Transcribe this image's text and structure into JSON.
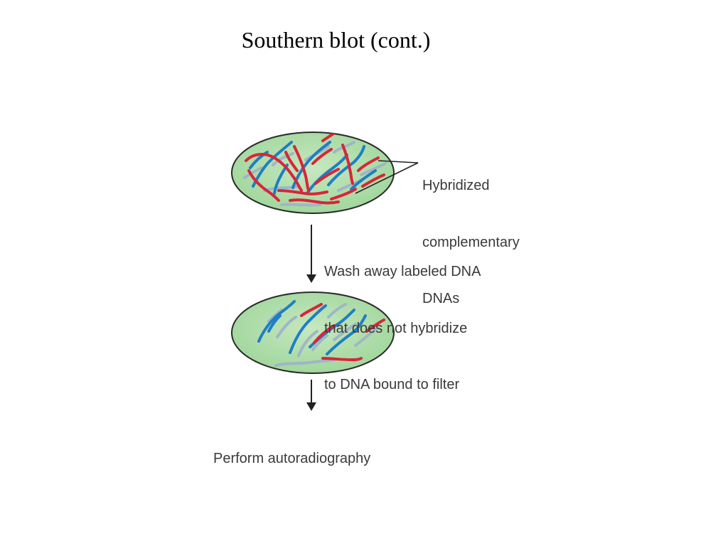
{
  "slide": {
    "title": "Southern blot (cont.)"
  },
  "diagram": {
    "hybridized_label": [
      "Hybridized",
      "complementary",
      "DNAs"
    ],
    "wash_step": [
      "Wash away labeled DNA",
      "that does not hybridize",
      "to DNA bound to filter"
    ],
    "final_step": "Perform autoradiography"
  },
  "colors": {
    "filter_fill": "#b6e0b0",
    "filter_edge": "#2b2b2b",
    "probe_red": "#d9253a",
    "dna_blue": "#1f7ec4",
    "dna_gray": "#9fb6c6",
    "arrow": "#222222",
    "label_text": "#3a3a3a"
  },
  "icons": {
    "arrows": "down-arrow-icon"
  }
}
